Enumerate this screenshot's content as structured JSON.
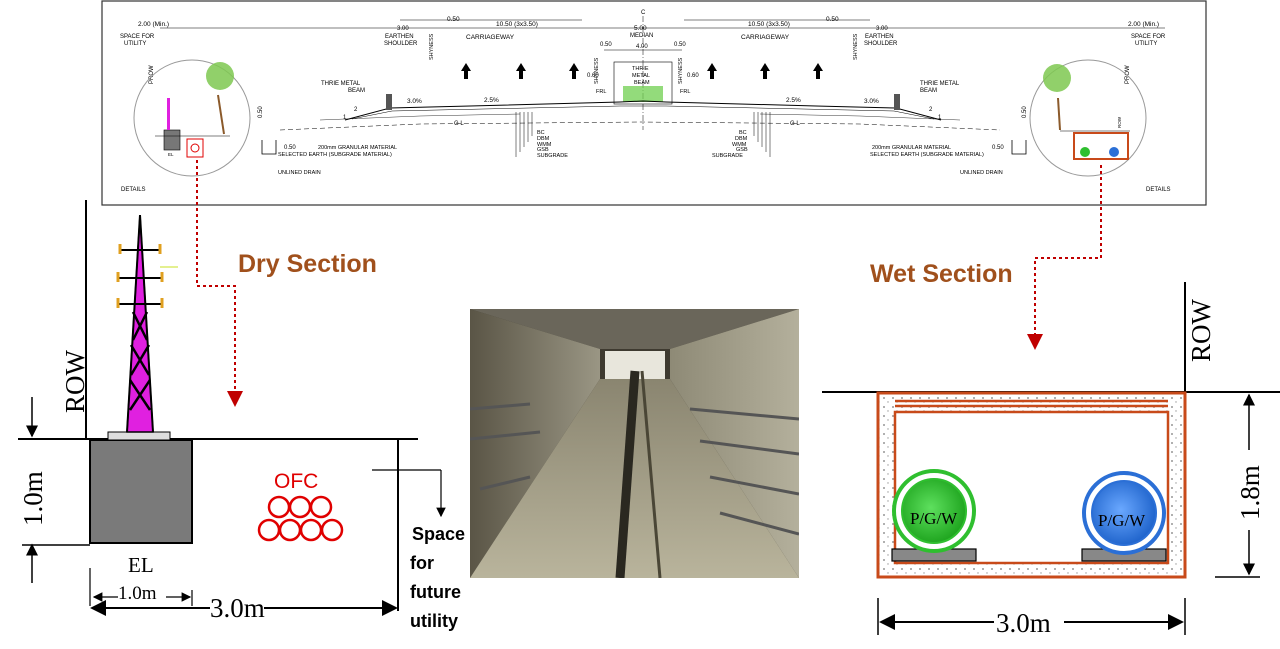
{
  "cross_section": {
    "top_dims": [
      "2.00 (Min.)",
      "0.50",
      "10.50 (3x3.50)",
      "5.00",
      "10.50 (3x3.50)",
      "0.50",
      "2.00 (Min.)"
    ],
    "space_for_utility": [
      "SPACE FOR",
      "UTILITY"
    ],
    "earthen_shoulder": [
      "3.00",
      "EARTHEN",
      "SHOULDER"
    ],
    "carriageway": "CARRIAGEWAY",
    "median": "MEDIAN",
    "median_inner": "4.00",
    "centerline": "C",
    "shyness": "SHYNESS",
    "shyness_dims": [
      "0.50",
      "0.50",
      "0.60",
      "0.60"
    ],
    "thrie_metal_beam": [
      "THRIE METAL",
      "BEAM"
    ],
    "median_beam": [
      "THRIE",
      "METAL",
      "BEAM"
    ],
    "frl": "FRL",
    "camber": [
      "3.0%",
      "2.5%",
      "2.5%",
      "3.0%"
    ],
    "slope": [
      "2",
      "1",
      "2",
      "1"
    ],
    "offsets": [
      "0.50",
      "0.50",
      "0.50",
      "0.50"
    ],
    "gl": "G L",
    "layers": [
      "BC",
      "DBM",
      "WMM",
      "GSB",
      "SUBGRADE"
    ],
    "granular": "200mm GRANULAR MATERIAL",
    "selected_earth": "SELECTED EARTH (SUBGRADE MATERIAL)",
    "unlined_drain": "UNLINED DRAIN",
    "details": "DETAILS",
    "prow": "PROW",
    "tiny_el": "EL",
    "tiny_row": "ROW"
  },
  "dry_section": {
    "title": "Dry Section",
    "row": "ROW",
    "depth": "1.0m",
    "ofc": "OFC",
    "el": "EL",
    "el_width": "1.0m",
    "total_width": "3.0m",
    "future": [
      "Space",
      "for",
      "future",
      "utility"
    ]
  },
  "wet_section": {
    "title": "Wet Section",
    "row": "ROW",
    "pgw_left": "P/G/W",
    "pgw_right": "P/G/W",
    "height": "1.8m",
    "width": "3.0m"
  },
  "colors": {
    "title_brown": "#a0501c",
    "dotted_red": "#c00000",
    "ofc_red": "#e00000",
    "tower_magenta": "#e020e0",
    "box_orange": "#c84a1a",
    "pipe_green": "#2fbf2f",
    "pipe_blue": "#2b6fd6"
  }
}
